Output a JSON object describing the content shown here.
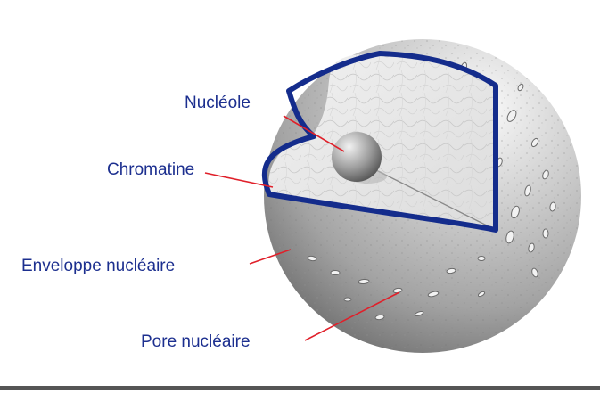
{
  "labels": {
    "nucleole": "Nucléole",
    "chromatine": "Chromatine",
    "enveloppe": "Enveloppe nucléaire",
    "pore": "Pore nucléaire"
  },
  "colors": {
    "label_text": "#1c2f8f",
    "envelope_outline": "#142c8c",
    "leader_line": "#e0202a",
    "shell_light": "#f4f4f4",
    "shell_dark": "#7a7a7a",
    "chromatine_fill": "#ececec",
    "bottom_rule": "#555555"
  }
}
